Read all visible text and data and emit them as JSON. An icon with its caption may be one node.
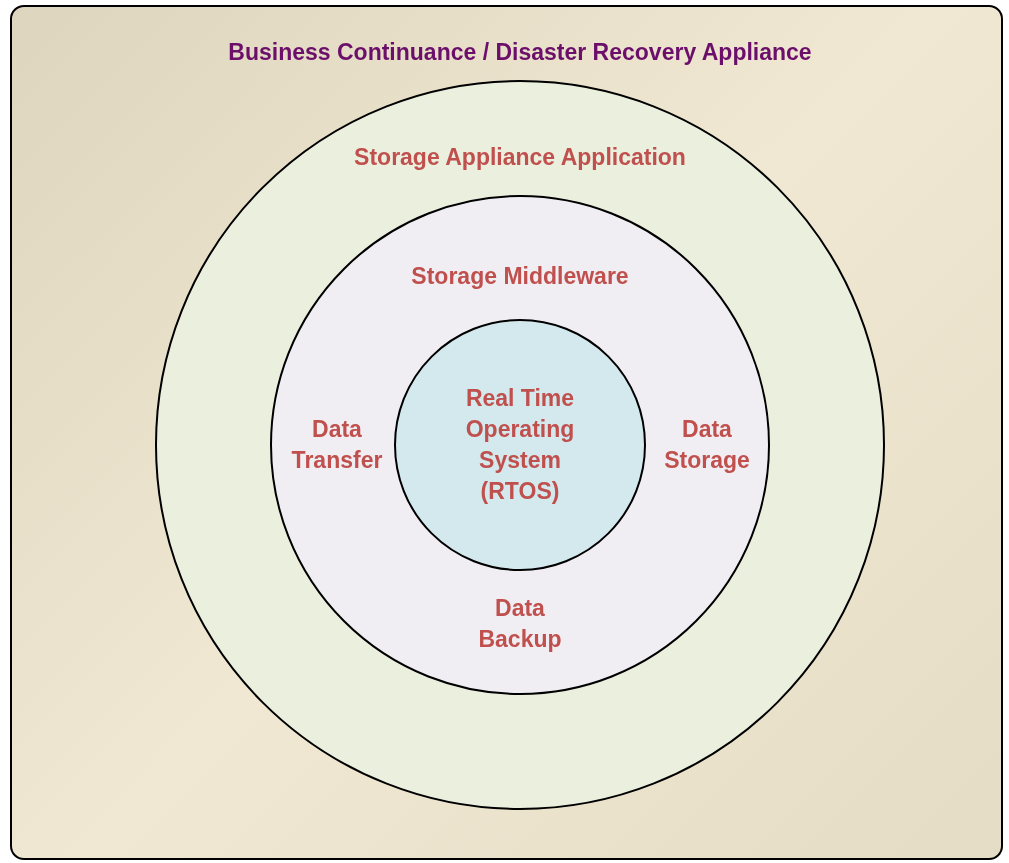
{
  "diagram": {
    "nodes": [
      {
        "text": [
          "Business Continuance / Disaster Recovery Appliance"
        ]
      },
      {
        "text": [
          "Storage Appliance Application"
        ],
        "in": 0
      },
      {
        "text": [
          "Storage Middleware",
          "Data Transfer",
          "Data Storage",
          "Data Backup"
        ],
        "in": 1
      },
      {
        "text": [
          "Real Time Operating System (RTOS)"
        ],
        "in": 2
      }
    ]
  }
}
